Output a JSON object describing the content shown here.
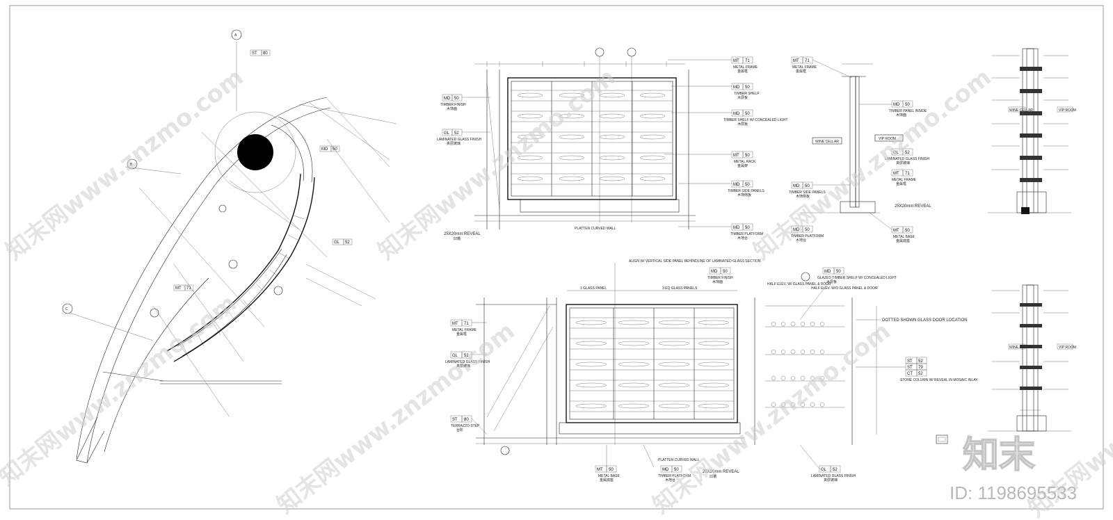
{
  "sheet": {
    "id_label": "ID: 1198695533",
    "logo_text": "知末",
    "watermark_text": "知末网www.znzmo.com"
  },
  "elevation_top": {
    "left_tags": [
      {
        "code": "MD",
        "num": "50",
        "en": "TIMBER FINISH",
        "cn": "木饰面"
      },
      {
        "code": "GL",
        "num": "52",
        "en": "LAMINATED GLASS FINISH",
        "cn": "夹层玻璃"
      }
    ],
    "right_tags": [
      {
        "code": "MT",
        "num": "71",
        "en": "METAL FRAME",
        "cn": "金属框"
      },
      {
        "code": "MD",
        "num": "50",
        "en": "TIMBER SHELF",
        "cn": "木层板"
      },
      {
        "code": "MD",
        "num": "50",
        "en": "TIMBER SHELF W/ CONCEALED LIGHT",
        "cn": "木层板"
      },
      {
        "code": "MT",
        "num": "50",
        "en": "METAL RACK",
        "cn": "金属架"
      },
      {
        "code": "MD",
        "num": "50",
        "en": "TIMBER SIDE PANELS",
        "cn": "木饰侧板"
      },
      {
        "code": "MD",
        "num": "50",
        "en": "TIMBER PLATFORM",
        "cn": "木地台"
      }
    ],
    "bottom_label": "PLATTEN CURVED WALL",
    "reveal_label": "25X20mm REVEAL",
    "reveal_cn": "凹槽"
  },
  "section_top": {
    "left_tags": [
      {
        "code": "MT",
        "num": "71",
        "en": "METAL FRAME",
        "cn": "金属框"
      },
      {
        "code": "MD",
        "num": "50",
        "en": "TIMBER SIDE PANELS",
        "cn": "木饰侧板"
      },
      {
        "code": "MD",
        "num": "50",
        "en": "TIMBER PLATFORM",
        "cn": "木地台"
      }
    ],
    "right_tags": [
      {
        "code": "MD",
        "num": "50",
        "en": "TIMBER PANEL INSIDE",
        "cn": "木饰面"
      },
      {
        "code": "GL",
        "num": "52",
        "en": "LAMINATED GLASS FINISH",
        "cn": "夹层玻璃"
      },
      {
        "code": "MT",
        "num": "71",
        "en": "METAL FRAME",
        "cn": "金属框"
      },
      {
        "code": "MT",
        "num": "50",
        "en": "METAL BASE",
        "cn": "金属底座"
      }
    ],
    "room_left": "WINE CELLAR",
    "room_right": "VIP ROOM",
    "reveal_label": "25X20mm REVEAL"
  },
  "elevation_bottom": {
    "align_note": "ALIGN W/ VERTICAL SIDE PANEL BEHINDLINE OF LAMINATED GLASS SECTION",
    "panel_label_left": "1 GLASS PANEL",
    "panel_label_right": "3 EQ GLASS PANELS",
    "top_tags": [
      {
        "code": "MD",
        "num": "50",
        "en": "TIMBER FINISH",
        "cn": "木饰面"
      },
      {
        "code": "MD",
        "num": "50",
        "en": "GLAZED TIMBER SHELF W/ CONCEALED LIGHT",
        "cn": "木层板"
      }
    ],
    "half_elev_1": "HALF ELEV. W/ GLASS PANEL & DOOR",
    "half_elev_2": "HALF ELEV. W/O GLASS PANEL & DOOR",
    "left_tags": [
      {
        "code": "MT",
        "num": "71",
        "en": "METAL FRAME",
        "cn": "金属框"
      },
      {
        "code": "GL",
        "num": "52",
        "en": "LAMINATED GLASS FINISH",
        "cn": "夹层玻璃"
      },
      {
        "code": "ST",
        "num": "80",
        "en": "TERRAZZO STEP",
        "cn": "台阶"
      }
    ],
    "right_note": "DOTTED SHOWN GLASS DOOR LOCATION",
    "stone_tags": [
      {
        "code": "ST",
        "num": "52"
      },
      {
        "code": "ST",
        "num": "79"
      },
      {
        "code": "CT",
        "num": "52"
      }
    ],
    "stone_note": "STONE COLUMN W/ REVEAL IN MOSAIC INLAY",
    "bottom_tags": [
      {
        "code": "MT",
        "num": "50",
        "en": "METAL BASE",
        "cn": "金属底座"
      },
      {
        "code": "MD",
        "num": "50",
        "en": "TIMBER PLATFORM",
        "cn": "木地台"
      },
      {
        "code": "GL",
        "num": "52",
        "en": "LAMINATED GLASS FINISH",
        "cn": "夹层玻璃"
      }
    ],
    "bottom_label": "PLATTEN CURVED WALL",
    "reveal_label": "25X20mm REVEAL",
    "reveal_cn": "凹槽"
  },
  "detail_right": {
    "top_room_left": "WINE CELLAR",
    "top_room_right": "VIP ROOM",
    "bottom_room_left": "WINE CELLAR",
    "bottom_room_right": "VIP ROOM"
  },
  "plan": {
    "tags": [
      {
        "code": "MD",
        "num": "50"
      },
      {
        "code": "GL",
        "num": "52"
      },
      {
        "code": "MT",
        "num": "71"
      },
      {
        "code": "ST",
        "num": "80"
      }
    ]
  }
}
